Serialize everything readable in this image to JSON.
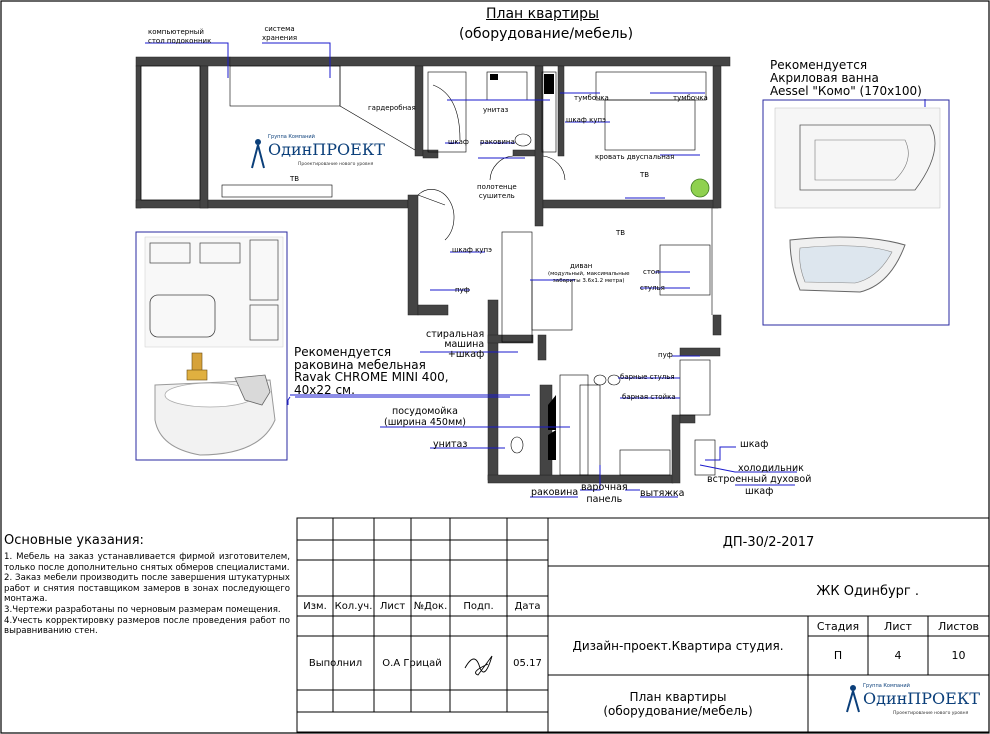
{
  "plan": {
    "title_line1": "План квартиры",
    "title_line2": "(оборудование/мебель)",
    "labels": {
      "desk": "компьютерный\nстол подоконник",
      "storage": "система\nхранения",
      "wardrobe_room": "гардеробная",
      "tv_left": "ТВ",
      "toilet_top": "унитаз",
      "cabinet_bath": "шкаф",
      "sink_top": "раковина",
      "towel_dryer": "полотенце\nсушитель",
      "nightstand_left": "тумбочка",
      "nightstand_right": "тумбочка",
      "closet_bed": "шкаф купэ",
      "double_bed": "кровать двуспальная",
      "tv_bed": "ТВ",
      "tv_below": "ТВ",
      "closet_hall": "шкаф купэ",
      "pouf_hall": "пуф",
      "sofa": "диван",
      "sofa_note": "(модульный, максимальные\nзабариты 3.6х1.2 метра)",
      "table": "стол",
      "chairs": "стулья",
      "washer": "стиральная\nмашина\n+шкаф",
      "pouf_kitchen": "пуф",
      "bar_chairs": "барные стулья",
      "bar_counter": "барная стойка",
      "dishwasher": "посудомойка\n(ширина 450мм)",
      "toilet_bottom": "унитаз",
      "cabinet_kitchen": "шкаф",
      "fridge": "холодильник",
      "oven": "встроенный духовой\nшкаф",
      "sink_bottom": "раковина",
      "hob": "варочная\nпанель",
      "hood": "вытяжка"
    },
    "rec_bath": "Рекомендуется\nАкриловая ванна\nAessel \"Комо\" (170х100)",
    "rec_sink": "Рекомендуется\nраковина мебельная\nRavak CHROME MINI 400,\n40х22 см."
  },
  "logo": {
    "group": "Группа Компаний",
    "word1": "Один",
    "word2": "ПРОЕКТ",
    "tagline": "Проектирование нового уровня"
  },
  "notes": {
    "heading": "Основные указания:",
    "items": [
      "1. Мебель на заказ устанавливается фирмой изготовителем, только после дополнительно снятых обмеров специалистами.",
      "2. Заказ мебели производить после завершения штукатурных работ и снятия поставщиком замеров в зонах последующего монтажа.",
      "3.Чертежи разработаны по черновым размерам помещения.",
      "4.Учесть корректировку размеров после проведения работ по выравниванию стен."
    ]
  },
  "stamp": {
    "code": "ДП-30/2-2017",
    "project": "ЖК Одинбург .",
    "headers": [
      "Изм.",
      "Кол.уч.",
      "Лист",
      "№Док.",
      "Подп.",
      "Дата"
    ],
    "role": "Выполнил",
    "person": "О.А Грицай",
    "date": "05.17",
    "doc_title": "Дизайн-проект.Квартира студия.",
    "stage_label": "Стадия",
    "sheet_label": "Лист",
    "sheets_label": "Листов",
    "stage": "П",
    "sheet": "4",
    "sheets": "10",
    "sheet_title": "План квартиры\n(оборудование/мебель)"
  }
}
